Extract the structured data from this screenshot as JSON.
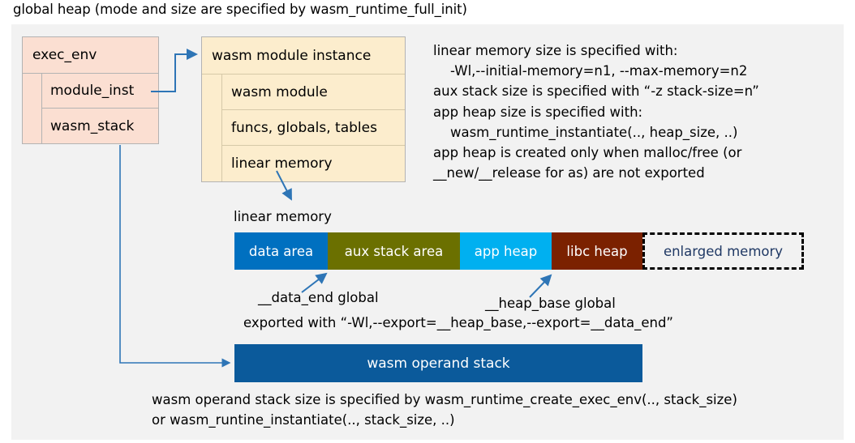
{
  "title": "global heap (mode and size are specified by wasm_runtime_full_init)",
  "exec_env": {
    "header": "exec_env",
    "rows": [
      {
        "label": "module_inst"
      },
      {
        "label": "wasm_stack"
      }
    ]
  },
  "module_instance": {
    "header": "wasm module instance",
    "rows": [
      {
        "label": "wasm module"
      },
      {
        "label": "funcs, globals, tables"
      },
      {
        "label": "linear memory"
      }
    ]
  },
  "notes": "linear memory size is specified with:\n    -Wl,--initial-memory=n1, --max-memory=n2\naux stack size is specified with “-z stack-size=n”\napp heap size is specified with:\n    wasm_runtime_instantiate(.., heap_size, ..)\napp heap is created only when malloc/free (or\n__new/__release for as) are not exported",
  "linear_memory": {
    "caption": "linear memory",
    "segments": [
      {
        "label": "data area",
        "color": "#0070c0",
        "text_color": "#ffffff"
      },
      {
        "label": "aux stack area",
        "color": "#6b7000",
        "text_color": "#ffffff"
      },
      {
        "label": "app heap",
        "color": "#00b0f0",
        "text_color": "#ffffff"
      },
      {
        "label": "libc heap",
        "color": "#7b2100",
        "text_color": "#ffffff"
      },
      {
        "label": "enlarged memory",
        "color": "#f2f2f2",
        "text_color": "#1f3864"
      }
    ]
  },
  "callouts": {
    "data_end": "__data_end global",
    "heap_base": "__heap_base global",
    "exported": "exported with “-Wl,--export=__heap_base,--export=__data_end”"
  },
  "operand_stack": {
    "label": "wasm operand stack",
    "color": "#0b5a9b"
  },
  "bottom_notes": "wasm operand stack size is specified by wasm_runtime_create_exec_env(.., stack_size)\nor wasm_runtine_instantiate(.., stack_size, ..)",
  "colors": {
    "panel_background": "#f2f2f2",
    "exec_env_fill": "#fbdfd2",
    "module_instance_fill": "#fcedcd",
    "connector": "#2e75b6"
  }
}
